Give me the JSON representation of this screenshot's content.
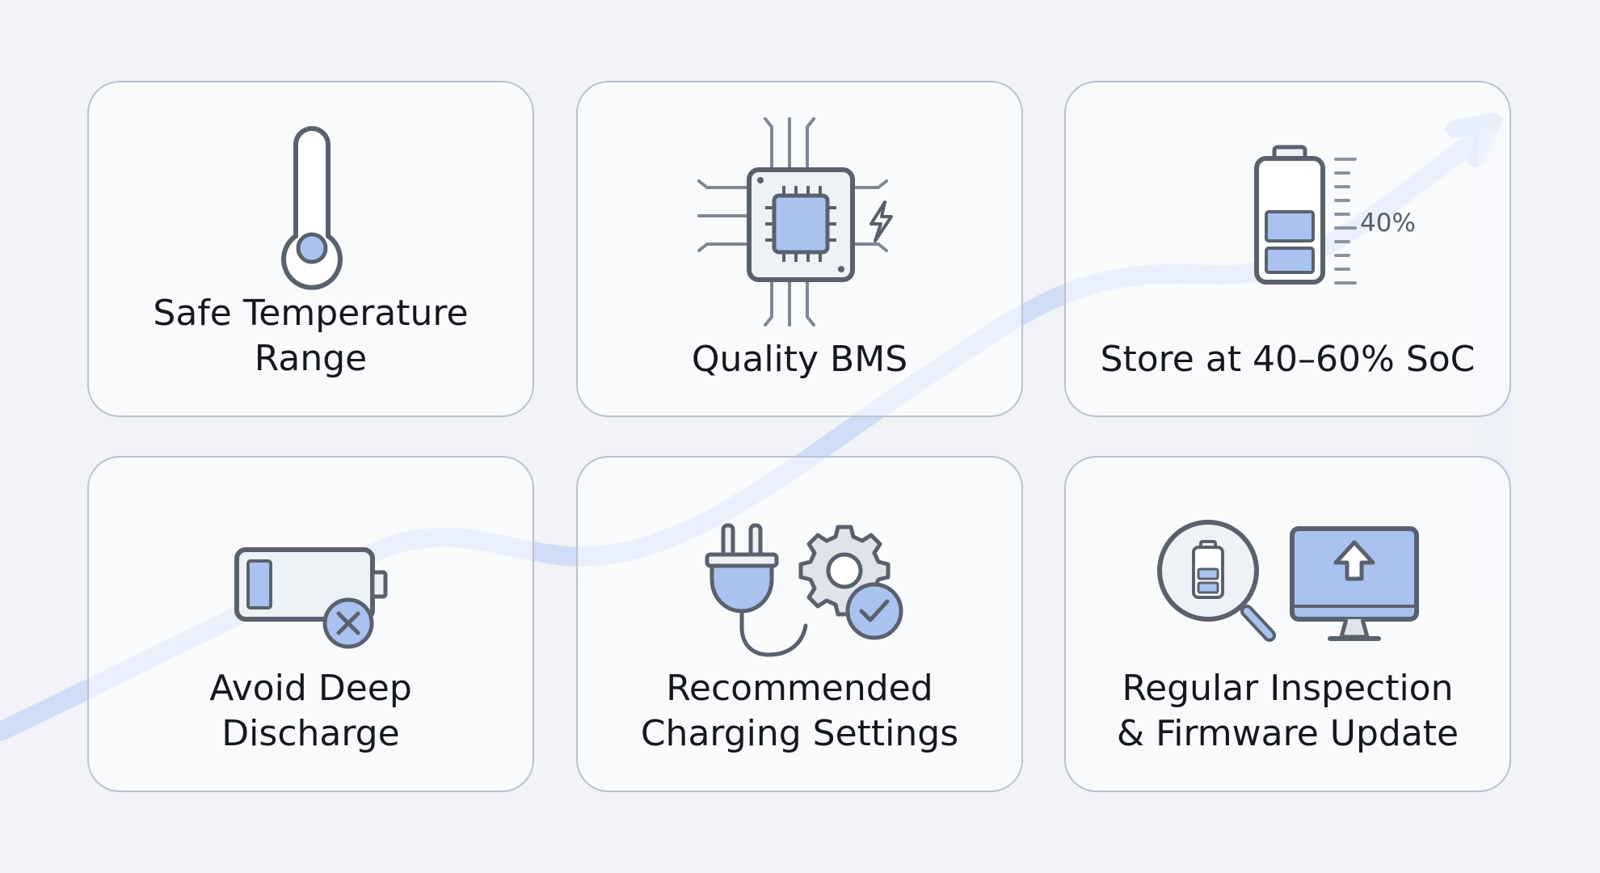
{
  "colors": {
    "background": "#f1f3f7",
    "card_border": "#b9c1cc",
    "icon_stroke": "#59616d",
    "icon_fill": "#a9c2ef",
    "accent_trend": "#bcd0f5",
    "text": "#15181d"
  },
  "cards": [
    {
      "label": "Safe Temperature\nRange",
      "icon": "thermometer-icon"
    },
    {
      "label": "Quality BMS",
      "icon": "circuit-chip-icon"
    },
    {
      "label": "Store at 40–60% SoC",
      "icon": "battery-level-icon",
      "gauge_label": "40%"
    },
    {
      "label": "Avoid Deep\nDischarge",
      "icon": "low-battery-x-icon"
    },
    {
      "label": "Recommended\nCharging Settings",
      "icon": "plug-gear-check-icon"
    },
    {
      "label": "Regular Inspection\n& Firmware Update",
      "icon": "inspect-update-icon"
    }
  ]
}
